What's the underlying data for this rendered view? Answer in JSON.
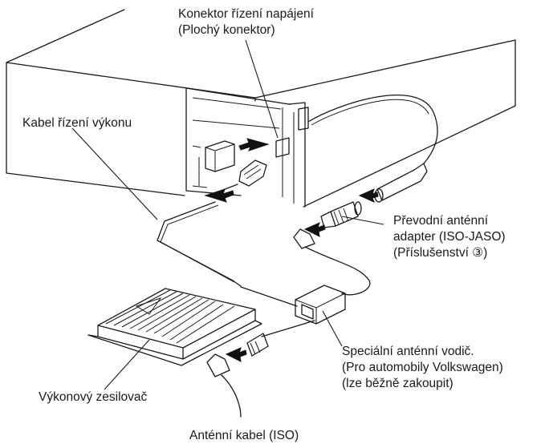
{
  "labels": {
    "power_connector_line1": "Konektor řízení napájení",
    "power_connector_line2": "(Plochý konektor)",
    "power_control_cable": "Kabel řízení výkonu",
    "antenna_adapter_line1": "Převodní anténní",
    "antenna_adapter_line2": "adapter (ISO-JASO)",
    "antenna_adapter_line3": "(Příslušenství ③)",
    "special_lead_line1": "Speciální anténní vodič.",
    "special_lead_line2": "(Pro automobily Volkswagen)",
    "special_lead_line3": "(lze běžně zakoupit)",
    "power_amplifier": "Výkonový zesilovač",
    "antenna_cable": "Anténní kabel (ISO)"
  }
}
